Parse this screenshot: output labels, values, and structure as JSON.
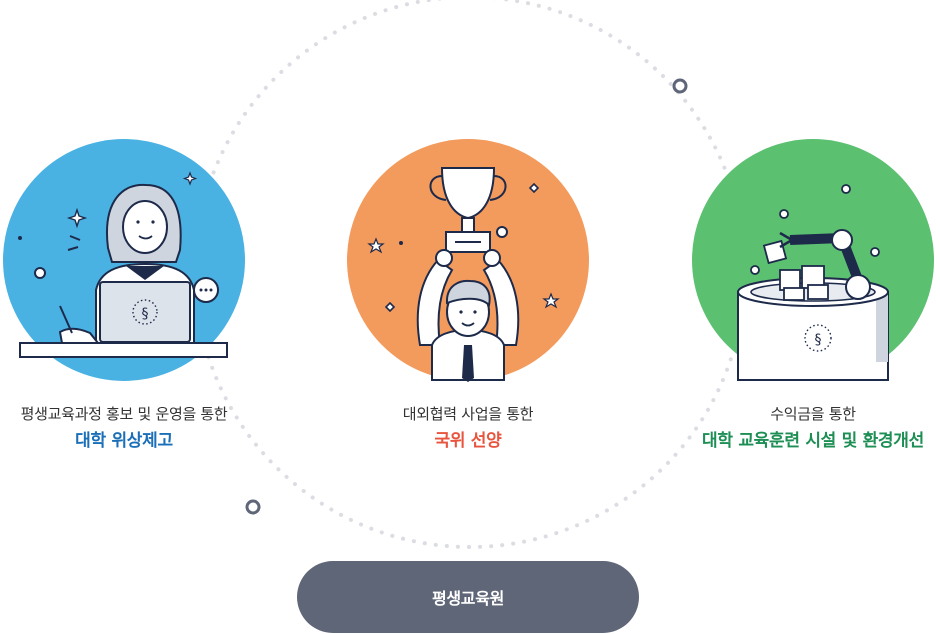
{
  "items": [
    {
      "subtitle": "평생교육과정 홍보 및 운영을 통한",
      "title": "대학 위상제고",
      "title_color": "#1a6fb8",
      "circle_color": "#4ab2e3",
      "icon": "person-laptop-icon"
    },
    {
      "subtitle": "대외협력 사업을 통한",
      "title": "국위 선양",
      "title_color": "#e8553e",
      "circle_color": "#f39a5d",
      "icon": "trophy-person-icon"
    },
    {
      "subtitle": "수익금을 통한",
      "title": "대학 교육훈련 시설 및 환경개선",
      "title_color": "#1d8f54",
      "circle_color": "#5cc071",
      "icon": "robot-arm-box-icon"
    }
  ],
  "center": {
    "label": "평생교육원",
    "color": "#5f6678"
  }
}
